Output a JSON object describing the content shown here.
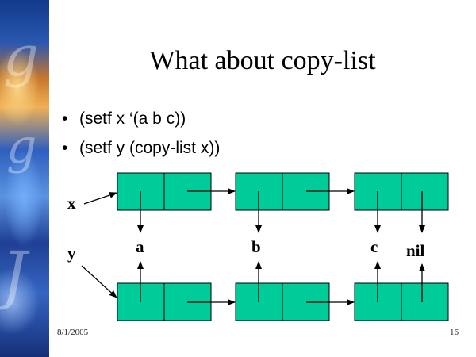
{
  "slide": {
    "title": "What about copy-list",
    "bullets": [
      "(setf x ‘(a b c))",
      "(setf y (copy-list x))"
    ],
    "footer": {
      "date": "8/1/2005",
      "page": "16"
    }
  },
  "diagram": {
    "var_x": "x",
    "var_y": "y",
    "values": [
      "a",
      "b",
      "c"
    ],
    "nil": "nil",
    "cell_color": "#00cc99"
  }
}
